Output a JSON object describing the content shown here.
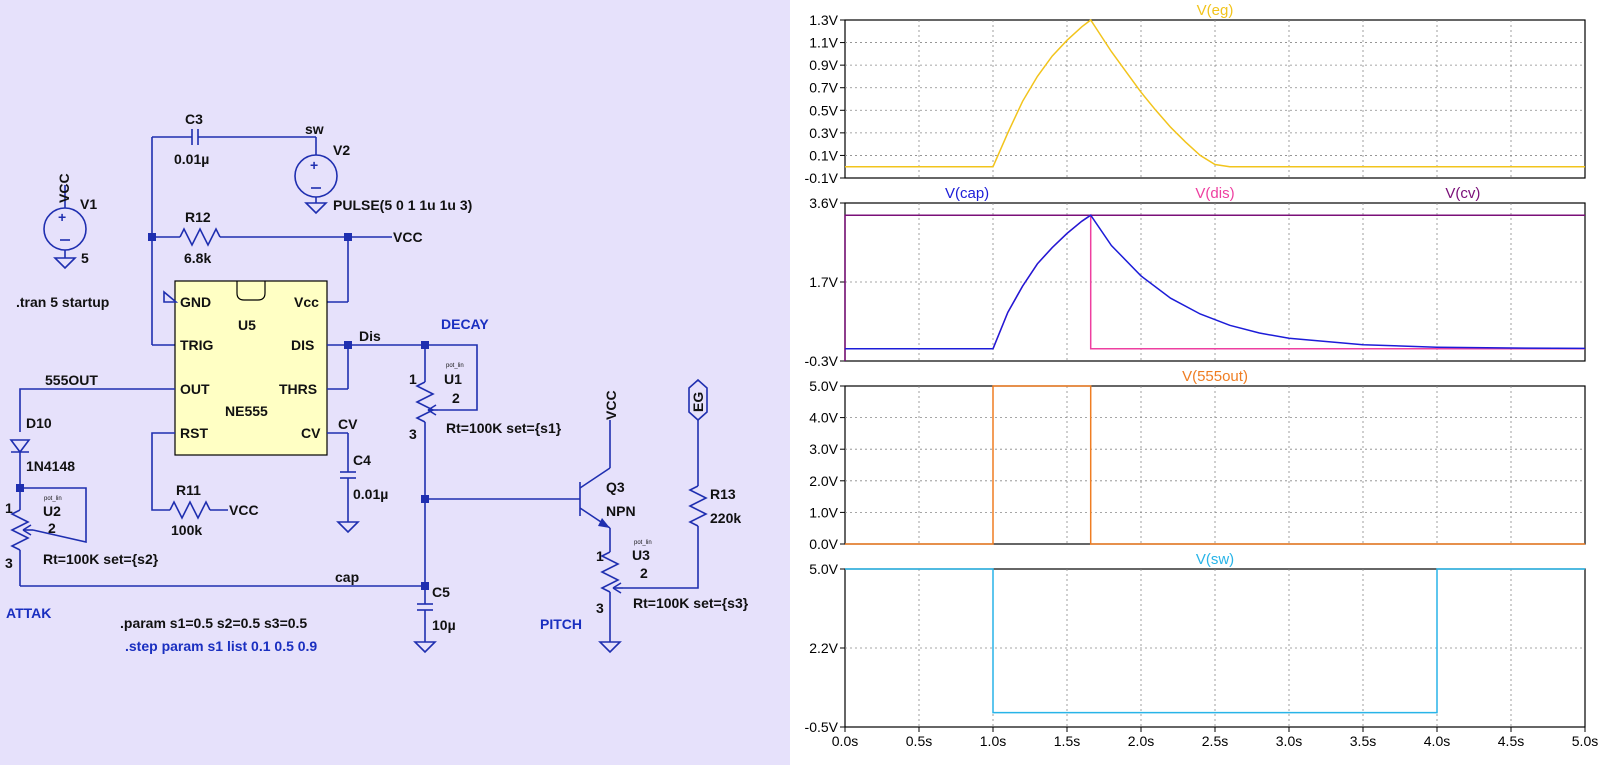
{
  "schematic": {
    "labels": {
      "vcc_v1": "VCC",
      "v1": "V1",
      "v1_value": "5",
      "c3": "C3",
      "c3_value": "0.01µ",
      "sw": "sw",
      "v2": "V2",
      "v2_value": "PULSE(5 0 1 1u 1u 3)",
      "r12": "R12",
      "r12_value": "6.8k",
      "vcc_r12": "VCC",
      "tran": ".tran 5 startup",
      "gnd": "GND",
      "vcc_pin": "Vcc",
      "u5": "U5",
      "trig": "TRIG",
      "dis": "DIS",
      "out": "OUT",
      "thrs": "THRS",
      "ne555": "NE555",
      "rst": "RST",
      "cv": "CV",
      "out555": "555OUT",
      "dis_net": "Dis",
      "decay": "DECAY",
      "u1": "U1",
      "u1_value": "Rt=100K set={s1}",
      "cv_net": "CV",
      "c4": "C4",
      "c4_value": "0.01µ",
      "d10": "D10",
      "d10_value": "1N4148",
      "u2": "U2",
      "u2_value": "Rt=100K set={s2}",
      "r11": "R11",
      "r11_value": "100k",
      "vcc_r11": "VCC",
      "cap_net": "cap",
      "c5": "C5",
      "c5_value": "10µ",
      "attak": "ATTAK",
      "param": ".param s1=0.5 s2=0.5 s3=0.5",
      "step": ".step param s1 list 0.1 0.5 0.9",
      "vcc_q3": "VCC",
      "q3": "Q3",
      "npn": "NPN",
      "u3": "U3",
      "u3_value": "Rt=100K set={s3}",
      "pitch": "PITCH",
      "eg": "EG",
      "r13": "R13",
      "r13_value": "220k",
      "pot_lin": "pot_lin",
      "pin1": "1",
      "pin2": "2",
      "pin3": "3"
    }
  },
  "waveforms": {
    "x_axis": {
      "ticks": [
        "0.0s",
        "0.5s",
        "1.0s",
        "1.5s",
        "2.0s",
        "2.5s",
        "3.0s",
        "3.5s",
        "4.0s",
        "4.5s",
        "5.0s"
      ],
      "range": [
        0,
        5
      ]
    },
    "panes": [
      {
        "titles": [
          {
            "text": "V(eg)",
            "color": "#f2c41c"
          }
        ],
        "ylim": [
          -0.1,
          1.3
        ],
        "yticks": [
          "1.3V",
          "1.1V",
          "0.9V",
          "0.7V",
          "0.5V",
          "0.3V",
          "0.1V",
          "-0.1V"
        ]
      },
      {
        "titles": [
          {
            "text": "V(cap)",
            "color": "#1c1cd8"
          },
          {
            "text": "V(dis)",
            "color": "#ee3fa0"
          },
          {
            "text": "V(cv)",
            "color": "#7a0f78"
          }
        ],
        "ylim": [
          -0.3,
          3.6
        ],
        "yticks": [
          "3.6V",
          "1.7V",
          "-0.3V"
        ]
      },
      {
        "titles": [
          {
            "text": "V(555out)",
            "color": "#ef7d22"
          }
        ],
        "ylim": [
          0,
          5
        ],
        "yticks": [
          "5.0V",
          "4.0V",
          "3.0V",
          "2.0V",
          "1.0V",
          "0.0V"
        ]
      },
      {
        "titles": [
          {
            "text": "V(sw)",
            "color": "#28b4e8"
          }
        ],
        "ylim": [
          -0.5,
          5
        ],
        "yticks": [
          "5.0V",
          "2.2V",
          "-0.5V"
        ]
      }
    ]
  },
  "chart_data": [
    {
      "type": "line",
      "title": "V(eg)",
      "ylim": [
        -0.1,
        1.3
      ],
      "xlim": [
        0,
        5
      ],
      "series": [
        {
          "name": "V(eg)",
          "color": "#f2c41c",
          "x": [
            0,
            1.0,
            1.1,
            1.2,
            1.3,
            1.4,
            1.5,
            1.6,
            1.66,
            1.7,
            1.8,
            1.9,
            2.0,
            2.1,
            2.2,
            2.3,
            2.4,
            2.5,
            2.6,
            3.0,
            4.0,
            5.0
          ],
          "y": [
            0,
            0,
            0.3,
            0.58,
            0.8,
            0.98,
            1.12,
            1.24,
            1.3,
            1.22,
            1.02,
            0.84,
            0.66,
            0.5,
            0.35,
            0.22,
            0.1,
            0.02,
            0.0,
            0,
            0,
            0
          ]
        }
      ]
    },
    {
      "type": "line",
      "title": "",
      "ylim": [
        -0.3,
        3.6
      ],
      "xlim": [
        0,
        5
      ],
      "series": [
        {
          "name": "V(cv)",
          "color": "#7a0f78",
          "x": [
            0,
            0,
            5
          ],
          "y": [
            -0.3,
            3.3,
            3.3
          ]
        },
        {
          "name": "V(dis)",
          "color": "#ee3fa0",
          "x": [
            0,
            1.0,
            1.1,
            1.2,
            1.3,
            1.4,
            1.5,
            1.6,
            1.66,
            1.66,
            5.0
          ],
          "y": [
            0,
            0,
            0.9,
            1.55,
            2.1,
            2.5,
            2.85,
            3.15,
            3.3,
            0,
            0
          ]
        },
        {
          "name": "V(cap)",
          "color": "#1c1cd8",
          "x": [
            0,
            1.0,
            1.1,
            1.2,
            1.3,
            1.4,
            1.5,
            1.6,
            1.66,
            1.8,
            2.0,
            2.2,
            2.4,
            2.6,
            2.8,
            3.0,
            3.5,
            4.0,
            4.5,
            5.0
          ],
          "y": [
            0,
            0,
            0.9,
            1.55,
            2.1,
            2.5,
            2.85,
            3.15,
            3.3,
            2.55,
            1.8,
            1.25,
            0.86,
            0.58,
            0.39,
            0.26,
            0.1,
            0.04,
            0.02,
            0.01
          ]
        }
      ]
    },
    {
      "type": "line",
      "title": "V(555out)",
      "ylim": [
        0,
        5
      ],
      "xlim": [
        0,
        5
      ],
      "series": [
        {
          "name": "V(555out)",
          "color": "#ef7d22",
          "x": [
            0,
            1.0,
            1.0,
            1.66,
            1.66,
            5.0
          ],
          "y": [
            0,
            0,
            5,
            5,
            0,
            0
          ]
        }
      ]
    },
    {
      "type": "line",
      "title": "V(sw)",
      "ylim": [
        -0.5,
        5
      ],
      "xlim": [
        0,
        5
      ],
      "series": [
        {
          "name": "V(sw)",
          "color": "#28b4e8",
          "x": [
            0,
            1.0,
            1.0,
            4.0,
            4.0,
            5.0
          ],
          "y": [
            5,
            5,
            0,
            0,
            5,
            5
          ]
        }
      ]
    }
  ]
}
